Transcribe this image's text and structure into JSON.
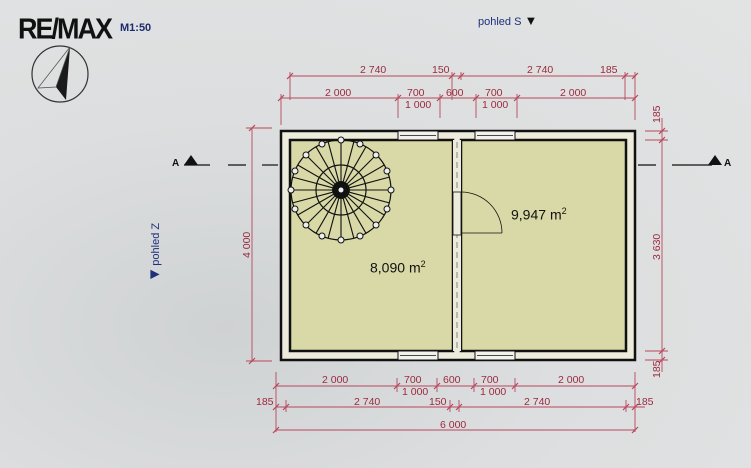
{
  "header": {
    "logo": "RE/MAX",
    "scale": "M1:50"
  },
  "views": {
    "south": "pohled S",
    "west": "pohled Z"
  },
  "section_marker": "A",
  "rooms": [
    {
      "name": "room-left",
      "area": "8,090",
      "unit": "m",
      "exp": "2"
    },
    {
      "name": "room-right",
      "area": "9,947",
      "unit": "m",
      "exp": "2"
    }
  ],
  "dimensions": {
    "top_outer": [
      "2 740",
      "150",
      "2 740",
      "185"
    ],
    "top_inner": [
      "2 000",
      "700",
      "600",
      "700",
      "2 000"
    ],
    "top_openings": [
      "1 000",
      "1 000"
    ],
    "bottom_inner": [
      "2 000",
      "700",
      "600",
      "700",
      "2 000"
    ],
    "bottom_openings": [
      "1 000",
      "1 000"
    ],
    "bottom_outer": [
      "185",
      "2 740",
      "150",
      "2 740",
      "185"
    ],
    "bottom_total": "6 000",
    "left_height": "4 000",
    "right": [
      "185",
      "3 630",
      "185"
    ]
  },
  "colors": {
    "dimension_line": "#b8475c",
    "room_fill": "#d8d9a6",
    "wall_fill": "#ecebdc",
    "wall_line": "#111111",
    "annotation_blue": "#1f2f7a"
  }
}
